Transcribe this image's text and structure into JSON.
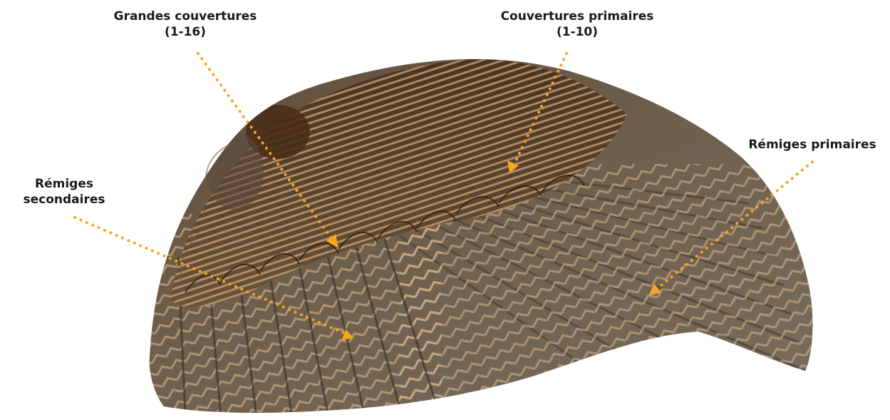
{
  "labels": {
    "grandes_couvertures": {
      "line1": "Grandes couvertures",
      "line2": "(1-16)"
    },
    "couvertures_primaires": {
      "line1": "Couvertures primaires",
      "line2": "(1-10)"
    },
    "remiges_primaires": {
      "line1": "Rémiges primaires"
    },
    "remiges_secondaires": {
      "line1": "Rémiges",
      "line2": "secondaires"
    }
  },
  "colors": {
    "pointer": "#f5a623",
    "background": "#ffffff",
    "feather_dark": "#3b2c1d",
    "feather_mid": "#6b5a47",
    "feather_light": "#c9a883",
    "feather_grey": "#7d7266"
  },
  "image": {
    "subject": "wing-photo"
  }
}
